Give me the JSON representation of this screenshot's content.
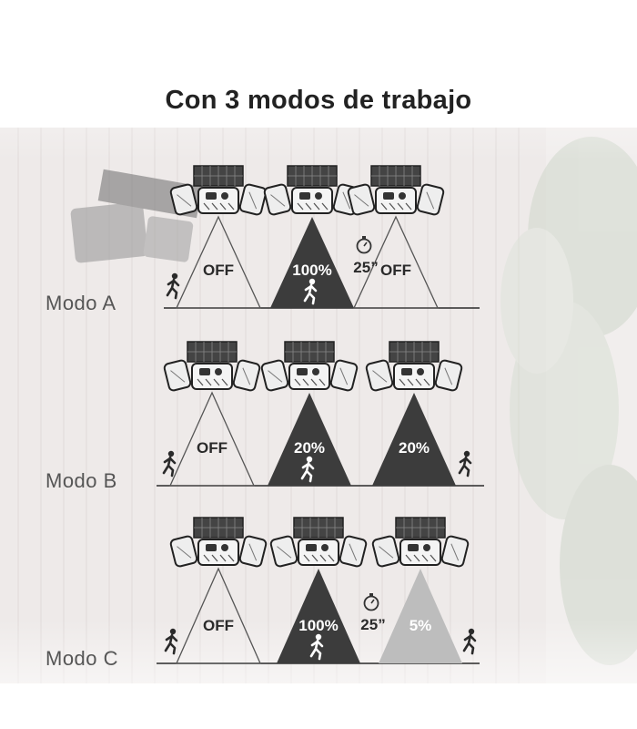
{
  "title": "Con 3 modos de trabajo",
  "colors": {
    "dark": "#3c3c3c",
    "light": "#bdbdbd",
    "line": "#2a2a2a",
    "text_dark": "#2a2a2a",
    "text_light": "#ffffff"
  },
  "icons": {
    "lamp": "solar-lamp-icon",
    "person": "running-person-icon",
    "timer": "stopwatch-icon"
  },
  "modes": [
    {
      "name": "Modo A",
      "states": [
        {
          "label": "OFF",
          "fill": "none"
        },
        {
          "label": "100%",
          "fill": "dark"
        },
        {
          "label": "OFF",
          "fill": "none"
        }
      ],
      "timer": "25”"
    },
    {
      "name": "Modo B",
      "states": [
        {
          "label": "OFF",
          "fill": "none"
        },
        {
          "label": "20%",
          "fill": "dark"
        },
        {
          "label": "20%",
          "fill": "dark"
        }
      ],
      "timer": ""
    },
    {
      "name": "Modo C",
      "states": [
        {
          "label": "OFF",
          "fill": "none"
        },
        {
          "label": "100%",
          "fill": "dark"
        },
        {
          "label": "5%",
          "fill": "light"
        }
      ],
      "timer": "25”"
    }
  ]
}
